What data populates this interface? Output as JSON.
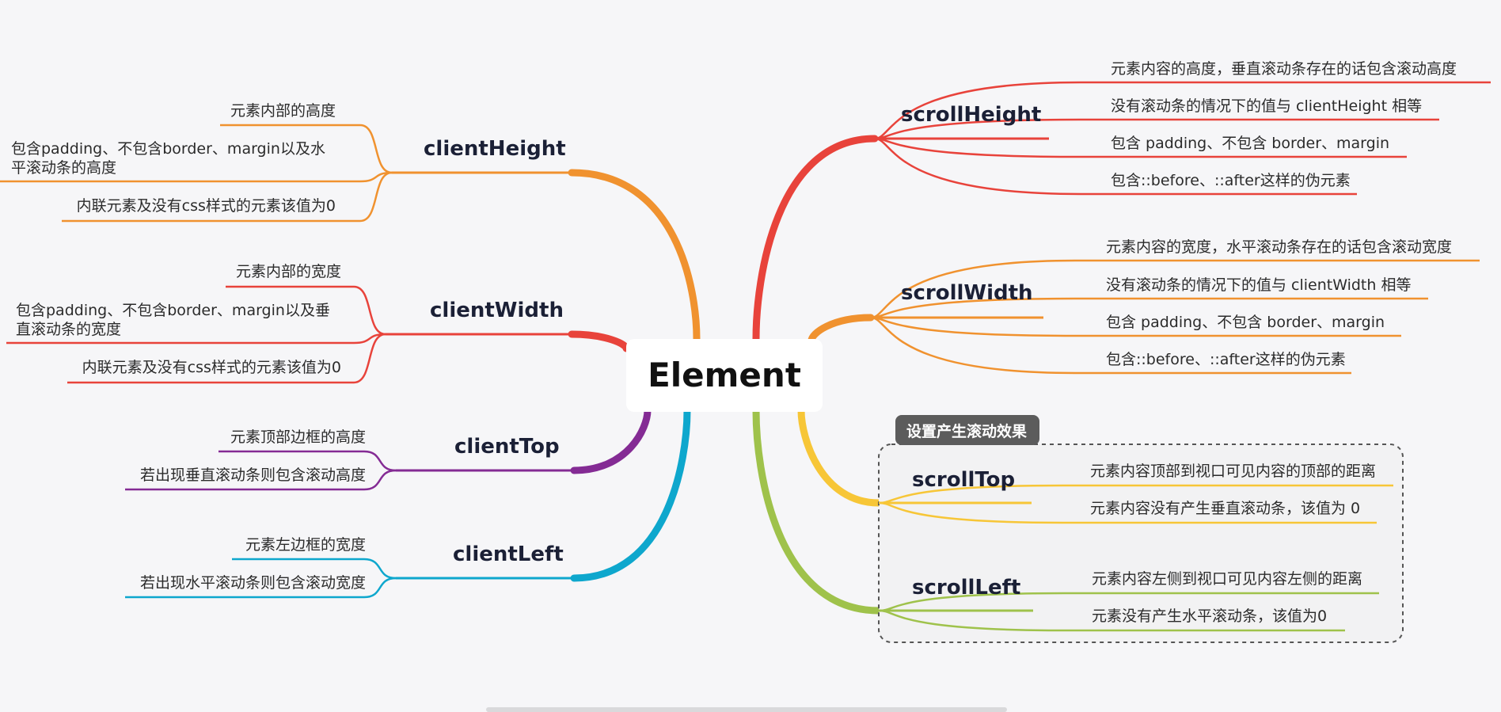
{
  "root": {
    "label": "Element"
  },
  "boundary": {
    "title": "设置产生滚动效果"
  },
  "colors": {
    "scrollHeight": "#e8433b",
    "scrollWidth": "#f0922f",
    "scrollTop": "#f7c637",
    "scrollLeft": "#9fc24b",
    "clientHeight": "#f0922f",
    "clientWidth": "#e8433b",
    "clientTop": "#842b94",
    "clientLeft": "#0ea7cd"
  },
  "branches": [
    {
      "id": "scrollHeight",
      "label": "scrollHeight",
      "side": "right",
      "children": [
        "元素内容的高度，垂直滚动条存在的话包含滚动高度",
        "没有滚动条的情况下的值与 clientHeight 相等",
        "包含 padding、不包含 border、margin",
        "包含::before、::after这样的伪元素"
      ]
    },
    {
      "id": "scrollWidth",
      "label": "scrollWidth",
      "side": "right",
      "children": [
        "元素内容的宽度，水平滚动条存在的话包含滚动宽度",
        "没有滚动条的情况下的值与 clientWidth 相等",
        "包含 padding、不包含 border、margin",
        "包含::before、::after这样的伪元素"
      ]
    },
    {
      "id": "scrollTop",
      "label": "scrollTop",
      "side": "right",
      "children": [
        "元素内容顶部到视口可见内容的顶部的距离",
        "元素内容没有产生垂直滚动条，该值为 0"
      ]
    },
    {
      "id": "scrollLeft",
      "label": "scrollLeft",
      "side": "right",
      "children": [
        "元素内容左侧到视口可见内容左侧的距离",
        "元素没有产生水平滚动条，该值为0"
      ]
    },
    {
      "id": "clientHeight",
      "label": "clientHeight",
      "side": "left",
      "children": [
        "元素内部的高度",
        "包含padding、不包含border、margin以及水\n平滚动条的高度",
        "内联元素及没有css样式的元素该值为0"
      ]
    },
    {
      "id": "clientWidth",
      "label": "clientWidth",
      "side": "left",
      "children": [
        "元素内部的宽度",
        "包含padding、不包含border、margin以及垂\n直滚动条的宽度",
        "内联元素及没有css样式的元素该值为0"
      ]
    },
    {
      "id": "clientTop",
      "label": "clientTop",
      "side": "left",
      "children": [
        "元素顶部边框的高度",
        "若出现垂直滚动条则包含滚动高度"
      ]
    },
    {
      "id": "clientLeft",
      "label": "clientLeft",
      "side": "left",
      "children": [
        "元素左边框的宽度",
        "若出现水平滚动条则包含滚动宽度"
      ]
    }
  ]
}
